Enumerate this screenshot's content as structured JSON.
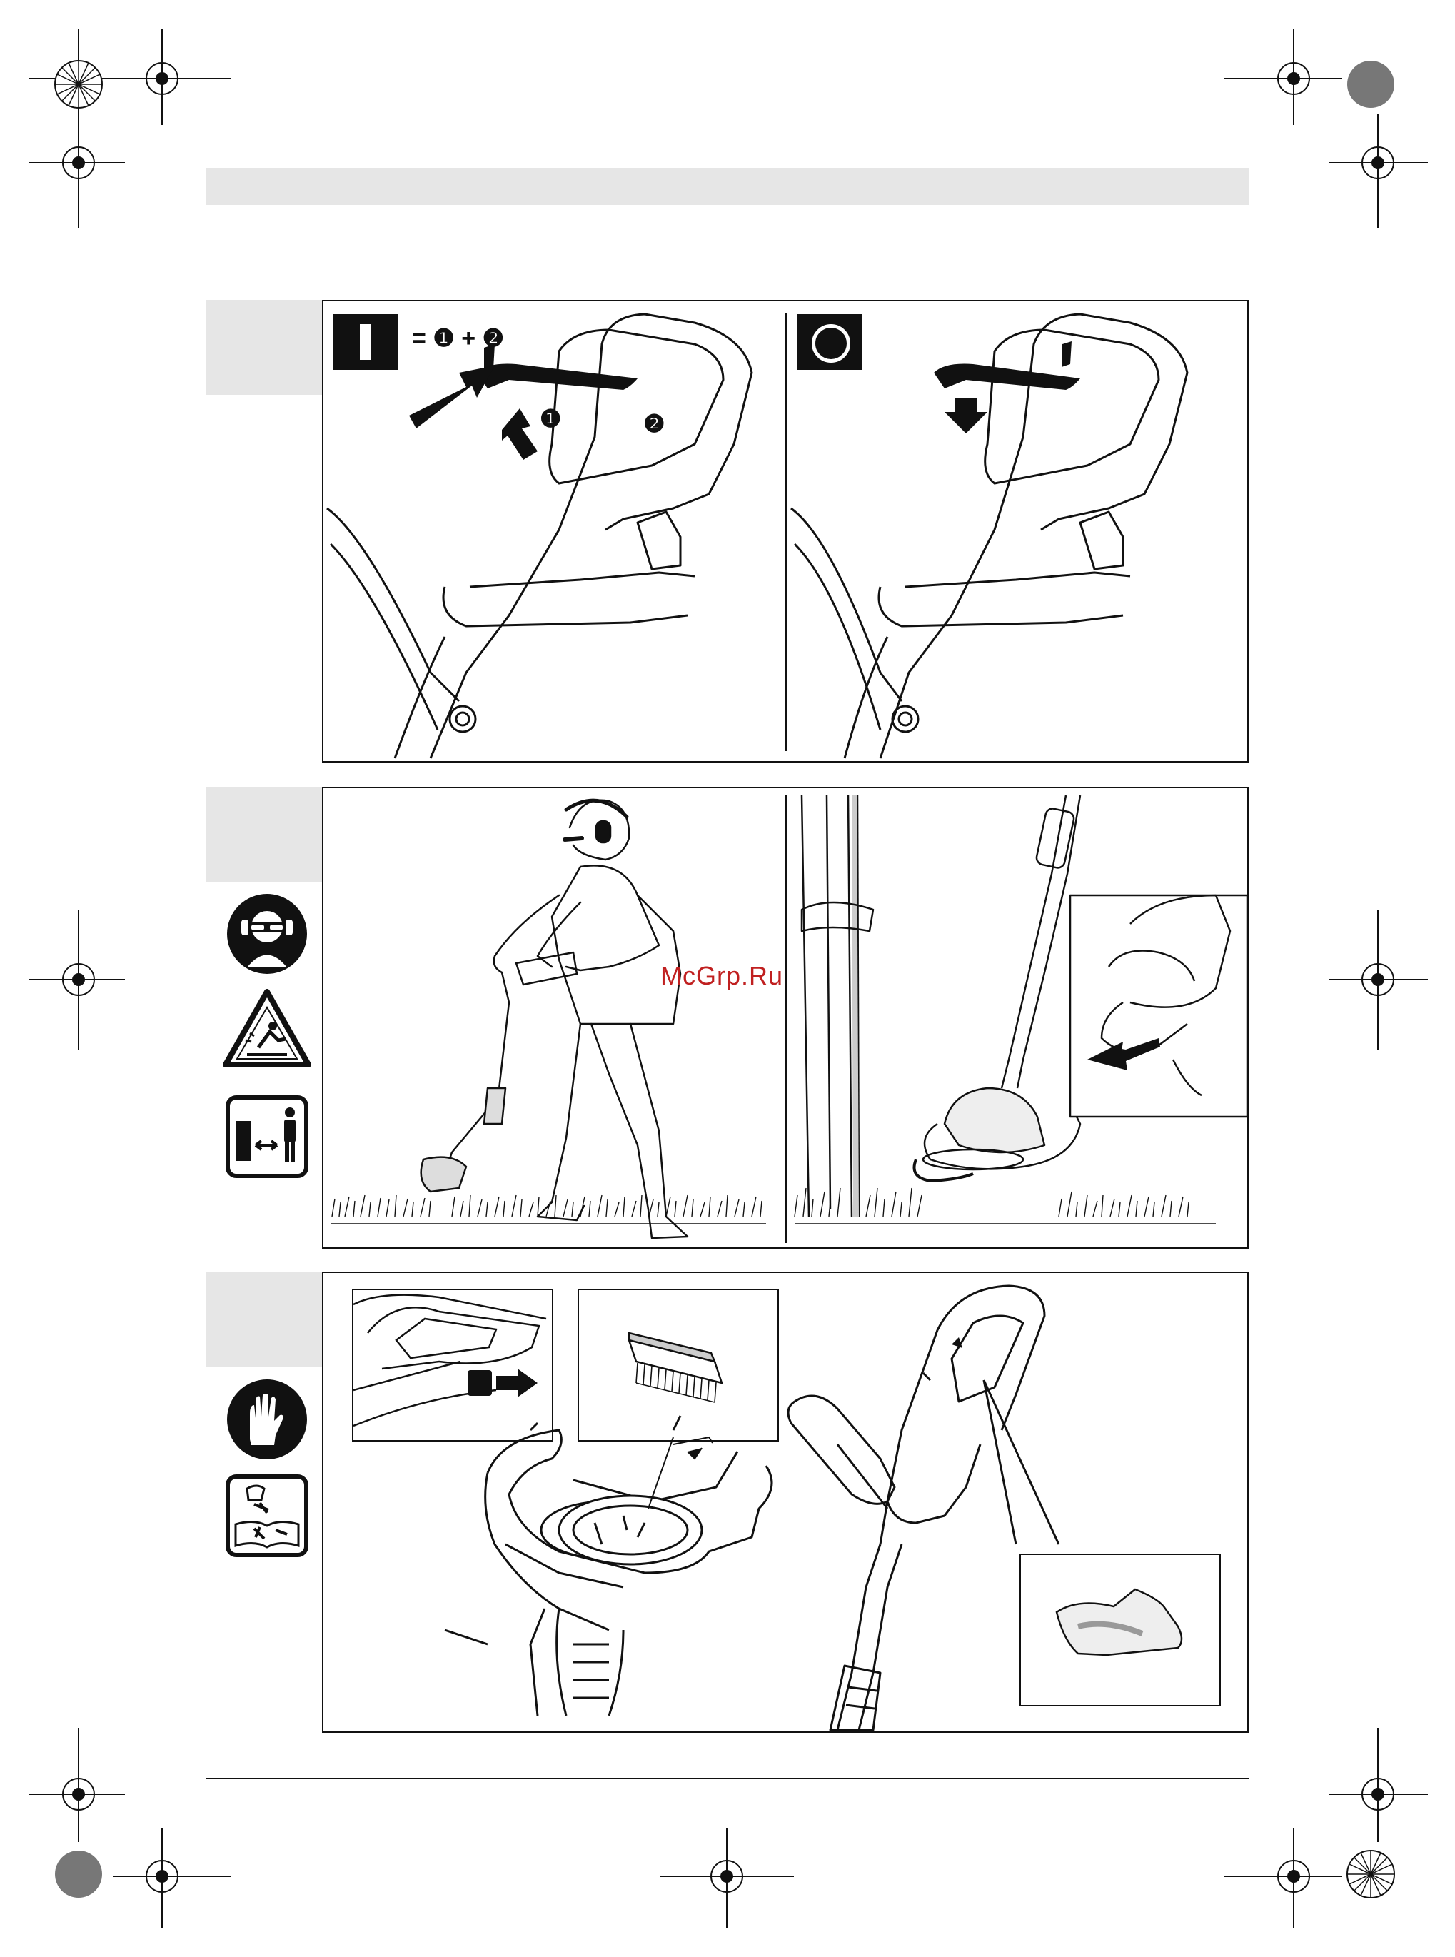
{
  "page": {
    "watermark": "McGrp.Ru"
  },
  "panel_switch": {
    "on_symbol": "I",
    "off_symbol": "O",
    "sequence": {
      "eq": "=",
      "step1": "❶",
      "plus": "+",
      "step2": "❷"
    },
    "arrow_labels": {
      "step1": "❶",
      "step2": "❷"
    }
  },
  "panel_operation": {
    "icons": [
      "eye-ear-protection-icon",
      "flying-debris-warning-icon",
      "keep-distance-icon"
    ]
  },
  "panel_maintenance": {
    "icons": [
      "gloves-icon",
      "read-manual-icon"
    ]
  },
  "colors": {
    "tab_gray": "#e6e6e6",
    "line": "#111111",
    "watermark": "#c02020"
  }
}
